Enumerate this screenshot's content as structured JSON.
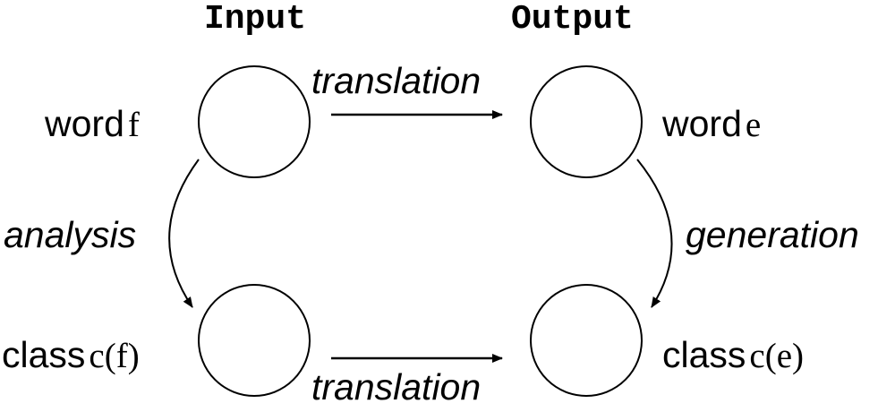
{
  "headings": {
    "input": "Input",
    "output": "Output"
  },
  "nodes": {
    "word_f": {
      "word": "word",
      "symbol": "f"
    },
    "word_e": {
      "word": "word",
      "symbol": "e"
    },
    "class_f": {
      "word": "class",
      "symbol": "c(f)"
    },
    "class_e": {
      "word": "class",
      "symbol": "c(e)"
    }
  },
  "edges": {
    "top_translation": "translation",
    "bottom_translation": "translation",
    "analysis": "analysis",
    "generation": "generation"
  }
}
